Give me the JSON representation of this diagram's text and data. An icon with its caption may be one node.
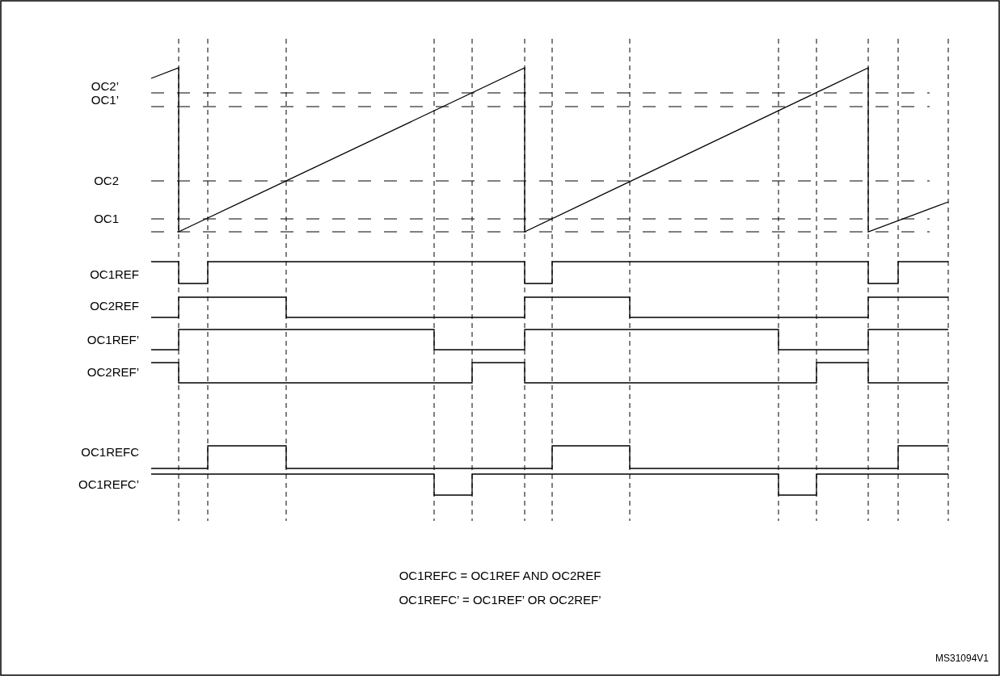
{
  "diagram": {
    "labels": [
      "OC2’",
      "OC1’",
      "OC2",
      "OC1",
      "OC1REF",
      "OC2REF",
      "OC1REF’",
      "OC2REF’",
      "OC1REFC",
      "OC1REFC’",
      "OC1REFC = OC1REF AND OC2REF",
      "OC1REFC’ = OC1REF’ OR OC2REF’",
      "MS31094V1"
    ]
  }
}
